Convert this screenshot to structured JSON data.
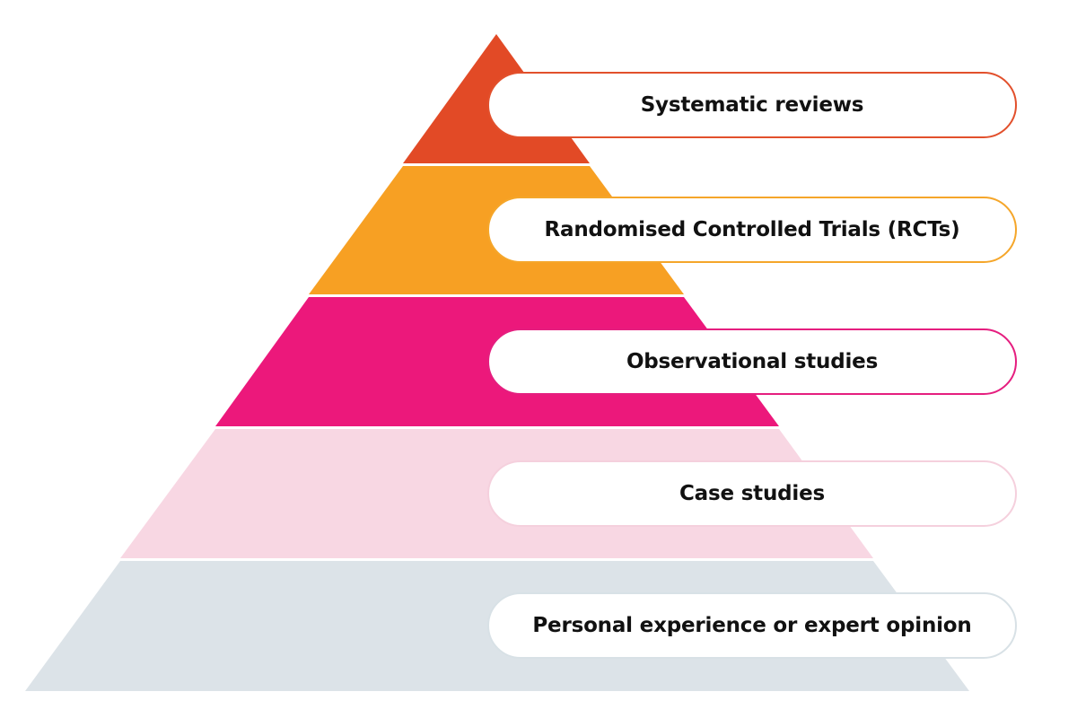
{
  "pyramid": {
    "levels": [
      {
        "label": "Systematic reviews",
        "color": "#E24A26",
        "border_color": "#E2502C"
      },
      {
        "label": "Randomised Controlled Trials (RCTs)",
        "color": "#F7A023",
        "border_color": "#F5A62A"
      },
      {
        "label": "Observational studies",
        "color": "#EC187B",
        "border_color": "#E51E7F"
      },
      {
        "label": "Case studies",
        "color": "#F8D7E3",
        "border_color": "#F5D0DD"
      },
      {
        "label": "Personal experience or expert opinion",
        "color": "#DCE3E8",
        "border_color": "#D8E1E6"
      }
    ]
  }
}
